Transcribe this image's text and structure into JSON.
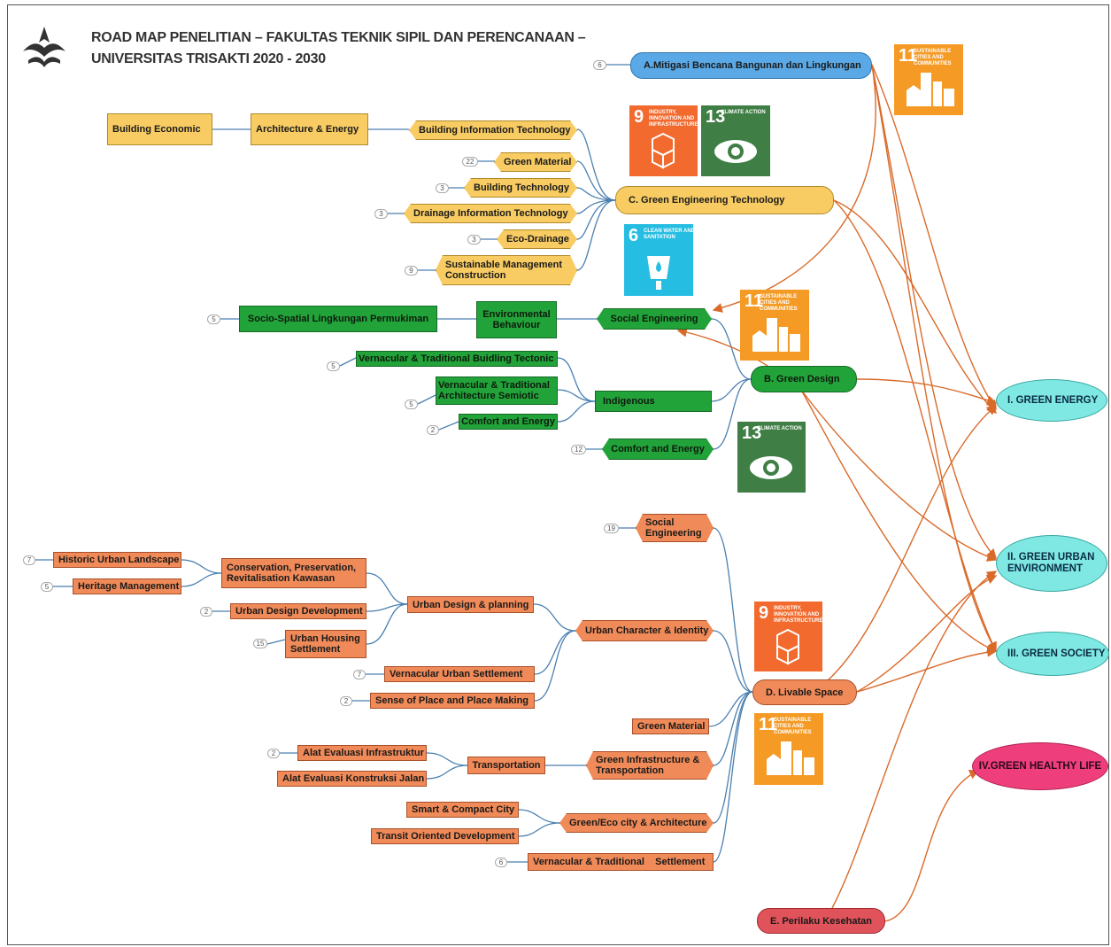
{
  "title": {
    "line1": "ROAD MAP PENELITIAN – FAKULTAS  TEKNIK SIPIL DAN PERENCANAAN –",
    "line2": "UNIVERSITAS TRISAKTI 2020 - 2030"
  },
  "main_nodes": {
    "a": "A.Mitigasi Bencana Bangunan dan Lingkungan",
    "a_badge": "6",
    "b": "B. Green Design",
    "c": "C. Green Engineering Technology",
    "d": "D. Livable Space",
    "e": "E. Perilaku Kesehatan"
  },
  "yellow_branch": {
    "building_economic": "Building Economic",
    "architecture_energy": "Architecture & Energy",
    "bit": "Building Information Technology",
    "green_material": "Green Material",
    "green_material_badge": "22",
    "building_technology": "Building Technology",
    "building_technology_badge": "3",
    "drainage_it": "Drainage Information Technology",
    "drainage_it_badge": "3",
    "eco_drainage": "Eco-Drainage",
    "eco_drainage_badge": "3",
    "smc": "Sustainable Management Construction",
    "smc_badge": "9"
  },
  "green_branch": {
    "socio_spatial": "Socio-Spatial Lingkungan Permukiman",
    "socio_spatial_badge": "5",
    "env_behaviour": "Environmental Behaviour",
    "social_engineering": "Social Engineering",
    "vtb_tectonic": "Vernacular & Traditional Buidling Tectonic",
    "vtb_tectonic_badge": "5",
    "vta_semiotic": "Vernacular & Traditional Architecture Semiotic",
    "vta_semiotic_badge": "5",
    "comfort_energy_small": "Comfort and Energy",
    "comfort_energy_small_badge": "2",
    "indigenous": "Indigenous",
    "comfort_energy": "Comfort and Energy",
    "comfort_energy_badge": "12"
  },
  "orange_branch": {
    "social_engineering": "Social Engineering",
    "social_engineering_badge": "19",
    "historic_urban": "Historic Urban Landscape",
    "historic_urban_badge": "7",
    "heritage_mgmt": "Heritage Management",
    "heritage_mgmt_badge": "5",
    "conservation": "Conservation, Preservation, Revitalisation Kawasan",
    "urban_design_dev": "Urban Design Development",
    "urban_design_dev_badge": "2",
    "urban_housing": "Urban Housing Settlement",
    "urban_housing_badge": "15",
    "urban_design_planning": "Urban Design & planning",
    "urban_character": "Urban Character & Identity",
    "vernacular_urban": "Vernacular Urban Settlement",
    "vernacular_urban_badge": "7",
    "sense_of_place": "Sense of Place and Place Making",
    "sense_of_place_badge": "2",
    "green_material": "Green Material",
    "alat_infra": "Alat Evaluasi Infrastruktur",
    "alat_infra_badge": "2",
    "alat_konstruksi": "Alat Evaluasi Konstruksi Jalan",
    "transportation": "Transportation",
    "green_infra": "Green Infrastructure & Transportation",
    "smart_city": "Smart & Compact City",
    "tod": "Transit Oriented Development",
    "eco_city": "Green/Eco city & Architecture",
    "vernacular_settlement": "Vernacular & Traditional    Settlement",
    "vernacular_settlement_badge": "6"
  },
  "outcomes": {
    "energy": "I. GREEN ENERGY",
    "urban": "II. GREEN URBAN ENVIRONMENT",
    "society": "III. GREEN SOCIETY",
    "healthy": "IV.GREEN HEALTHY LIFE"
  },
  "sdg": {
    "s11_label": "SUSTAINABLE CITIES AND COMMUNITIES",
    "s11_num": "11",
    "s9_label": "INDUSTRY, INNOVATION AND INFRASTRUCTURE",
    "s9_num": "9",
    "s13_label": "CLIMATE ACTION",
    "s13_num": "13",
    "s6_label": "CLEAN WATER AND SANITATION",
    "s6_num": "6"
  },
  "colors": {
    "yellow": "#f8cc63",
    "green": "#22a33a",
    "orange": "#f08a58",
    "link_blue": "#4a7fb0",
    "link_orange": "#d96a2a",
    "sdg11": "#f59a24",
    "sdg9": "#f26a2d",
    "sdg13": "#3f7e44",
    "sdg6": "#26bde2",
    "outcome": "#7fe8e2",
    "healthy": "#ef3e7c",
    "node_a": "#5aa9e6",
    "node_e": "#e0535a"
  }
}
